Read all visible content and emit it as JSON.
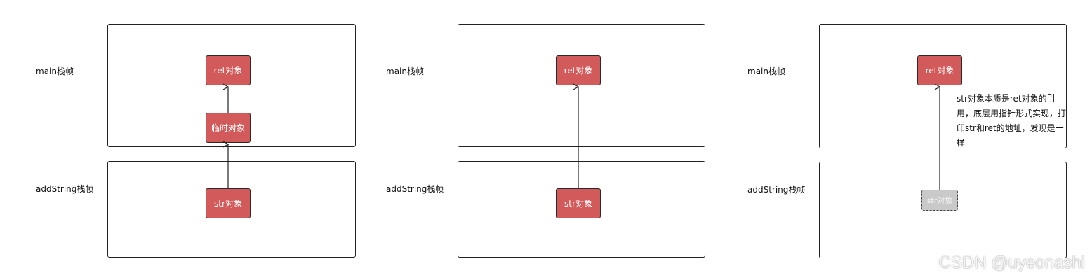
{
  "panels": [
    {
      "main_label": "main栈帧",
      "addstring_label": "addString栈帧",
      "objects": {
        "ret": "ret对象",
        "temp": "临时对象",
        "str": "str对象"
      }
    },
    {
      "main_label": "main栈帧",
      "addstring_label": "addString栈帧",
      "objects": {
        "ret": "ret对象",
        "str": "str对象"
      }
    },
    {
      "main_label": "main栈帧",
      "addstring_label": "addString栈帧",
      "objects": {
        "ret": "ret对象",
        "str": "str对象"
      },
      "note": "str对象本质是ret对象的引用，底层用指针形式实现，打印str和ret的地址，发现是一样"
    }
  ],
  "colors": {
    "object_fill": "#d35a5a",
    "ghost_fill": "#c9c9c9",
    "line": "#222222"
  },
  "watermark": "CSDN @uyeonashi"
}
